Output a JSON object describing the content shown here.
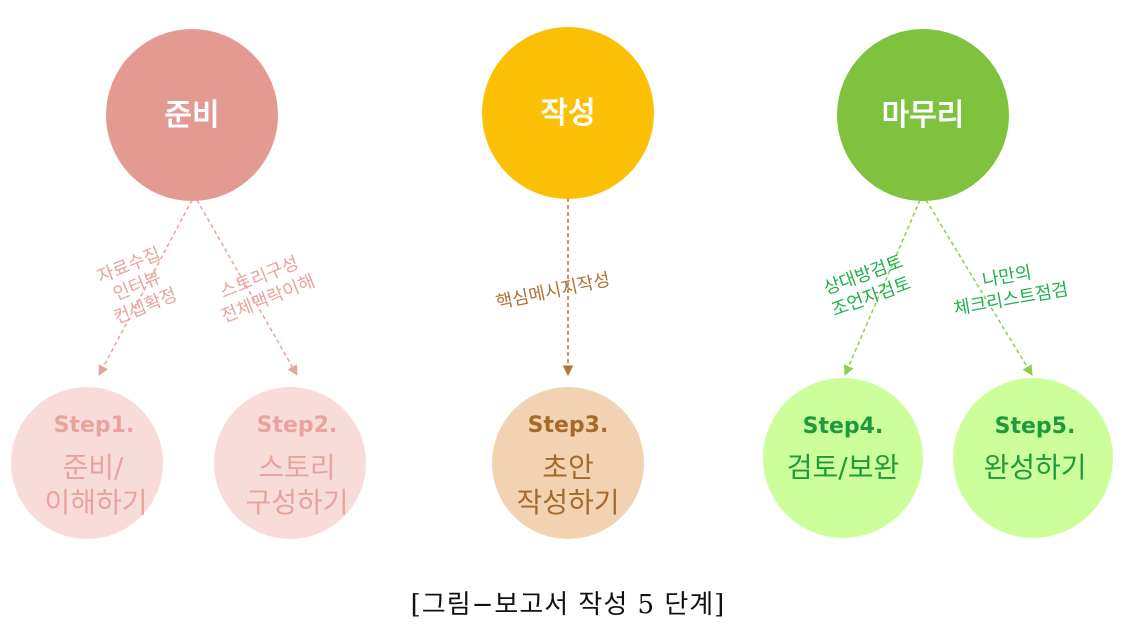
{
  "phases": [
    {
      "id": "prep",
      "label": "준비",
      "color": "#e39a91"
    },
    {
      "id": "write",
      "label": "작성",
      "color": "#fbbf06"
    },
    {
      "id": "finish",
      "label": "마무리",
      "color": "#7fc23e"
    }
  ],
  "steps": [
    {
      "id": "step1",
      "lines": [
        "Step1.",
        "준비/",
        "이해하기"
      ],
      "fill": "#f8dcd9",
      "text_color": "#e8a49c"
    },
    {
      "id": "step2",
      "lines": [
        "Step2.",
        "스토리",
        "구성하기"
      ],
      "fill": "#f8dcd9",
      "text_color": "#e8a49c"
    },
    {
      "id": "step3",
      "lines": [
        "Step3.",
        "초안",
        "작성하기"
      ],
      "fill": "#f3d2b1",
      "text_color": "#a56a2b"
    },
    {
      "id": "step4",
      "lines": [
        "Step4.",
        "검토/보완"
      ],
      "fill": "#ccff99",
      "text_color": "#1e9a3c"
    },
    {
      "id": "step5",
      "lines": [
        "Step5.",
        "완성하기"
      ],
      "fill": "#ccff99",
      "text_color": "#1e9a3c"
    }
  ],
  "connectors": [
    {
      "from": "prep",
      "to": "step1",
      "color": "#e8a49c",
      "lines": [
        "자료수집",
        "인터뷰",
        "컨셉확정"
      ]
    },
    {
      "from": "prep",
      "to": "step2",
      "color": "#e8a49c",
      "lines": [
        "스토리구성",
        "전체맥락이해"
      ]
    },
    {
      "from": "write",
      "to": "step3",
      "color": "#b07436",
      "lines": [
        "핵심메시지작성"
      ]
    },
    {
      "from": "finish",
      "to": "step4",
      "color": "#22b04e",
      "lines": [
        "상대방검토",
        "조언자검토"
      ]
    },
    {
      "from": "finish",
      "to": "step5",
      "color": "#22b04e",
      "lines": [
        "나만의",
        "체크리스트점검"
      ]
    }
  ],
  "caption": "[그림−보고서 작성 5 단계]"
}
